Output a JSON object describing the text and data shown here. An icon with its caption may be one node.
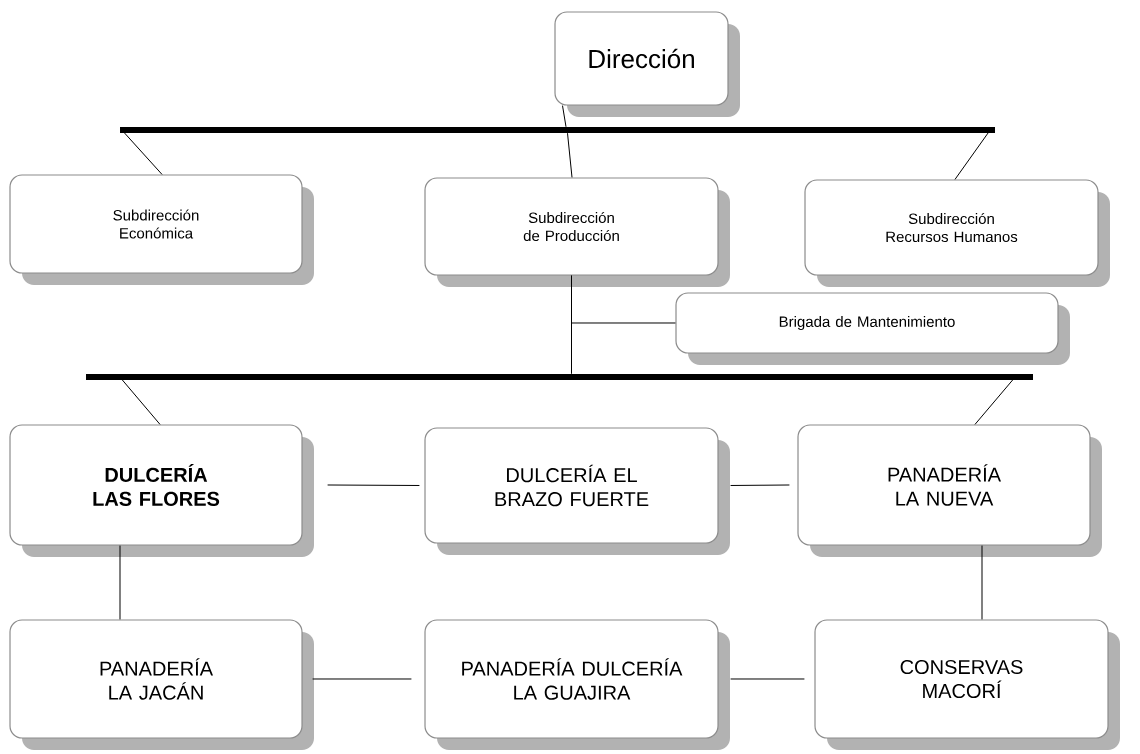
{
  "diagram": {
    "nodes": [
      {
        "text": [
          "Dirección"
        ]
      },
      {
        "text": [],
        "shape": "bar"
      },
      {
        "text": [
          "Subdirección Económica"
        ]
      },
      {
        "text": [
          "Subdirección de Producción"
        ]
      },
      {
        "text": [
          "Subdirección Recursos Humanos"
        ]
      },
      {
        "text": [
          "Brigada de Mantenimiento"
        ]
      },
      {
        "text": [],
        "shape": "bar"
      },
      {
        "text": [
          "DULCERÍA LAS FLORES"
        ]
      },
      {
        "text": [
          "DULCERÍA EL BRAZO FUERTE"
        ]
      },
      {
        "text": [
          "PANADERÍA LA NUEVA"
        ]
      },
      {
        "text": [
          "PANADERÍA LA JACÁN"
        ]
      },
      {
        "text": [
          "PANADERÍA DULCERÍA LA GUAJIRA"
        ]
      },
      {
        "text": [
          "CONSERVAS MACORÍ"
        ]
      }
    ],
    "edges": [
      {
        "from": 0,
        "to": 1,
        "arrow": "none"
      },
      {
        "from": 1,
        "to": 2,
        "arrow": "none"
      },
      {
        "from": 1,
        "to": 3,
        "arrow": "none"
      },
      {
        "from": 1,
        "to": 4,
        "arrow": "none"
      },
      {
        "from": 3,
        "to": 6,
        "arrow": "none"
      },
      {
        "from": 3,
        "to": 5,
        "arrow": "none"
      },
      {
        "from": 6,
        "to": 7,
        "arrow": "none"
      },
      {
        "from": 6,
        "to": 9,
        "arrow": "none"
      },
      {
        "from": 7,
        "to": 8,
        "arrow": "none"
      },
      {
        "from": 8,
        "to": 9,
        "arrow": "none"
      },
      {
        "from": 7,
        "to": 10,
        "arrow": "none"
      },
      {
        "from": 10,
        "to": 11,
        "arrow": "none"
      },
      {
        "from": 11,
        "to": 12,
        "arrow": "none"
      },
      {
        "from": 9,
        "to": 12,
        "arrow": "none"
      }
    ]
  }
}
